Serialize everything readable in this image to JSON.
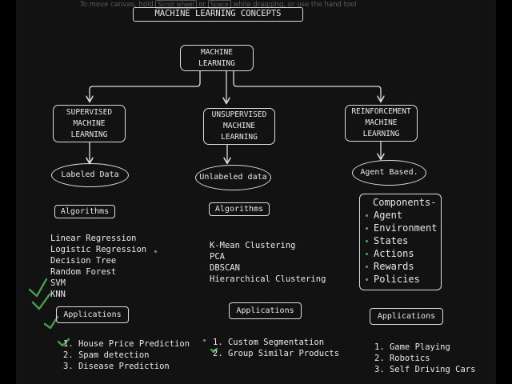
{
  "hint": {
    "pre": "To move canvas, hold",
    "key1": "Scroll wheel",
    "mid": "or",
    "key2": "Space",
    "post": "while dragging, or use the hand tool"
  },
  "title": "MACHINE LEARNING CONCEPTS",
  "root": [
    "MACHINE",
    "LEARNING"
  ],
  "branches": {
    "supervised": {
      "label": [
        "SUPERVISED",
        "MACHINE",
        "LEARNING"
      ],
      "data_label": "Labeled Data",
      "algorithms_label": "Algorithms",
      "algorithms": [
        "Linear Regression",
        "Logistic Regression",
        "Decision Tree",
        "Random Forest",
        "SVM",
        "KNN"
      ],
      "applications_label": "Applications",
      "applications": [
        "1. House Price Prediction",
        "2. Spam detection",
        "3. Disease Prediction"
      ]
    },
    "unsupervised": {
      "label": [
        "UNSUPERVISED",
        "MACHINE",
        "LEARNING"
      ],
      "data_label": "Unlabeled data",
      "algorithms_label": "Algorithms",
      "algorithms": [
        "K-Mean Clustering",
        "PCA",
        "DBSCAN",
        "Hierarchical Clustering"
      ],
      "applications_label": "Applications",
      "applications": [
        "1. Custom Segmentation",
        "2. Group Similar Products"
      ]
    },
    "reinforcement": {
      "label": [
        "REINFORCEMENT",
        "MACHINE",
        "LEARNING"
      ],
      "data_label": "Agent Based.",
      "components_title": "Components-",
      "components": [
        "Agent",
        "Environment",
        "States",
        "Actions",
        "Rewards",
        "Policies"
      ],
      "applications_label": "Applications",
      "applications": [
        "1. Game Playing",
        "2. Robotics",
        "3. Self Driving Cars"
      ]
    }
  },
  "colors": {
    "background": "#121212",
    "stroke": "#dcdcdc",
    "check": "#43a047",
    "bullet": "#4caf50"
  }
}
